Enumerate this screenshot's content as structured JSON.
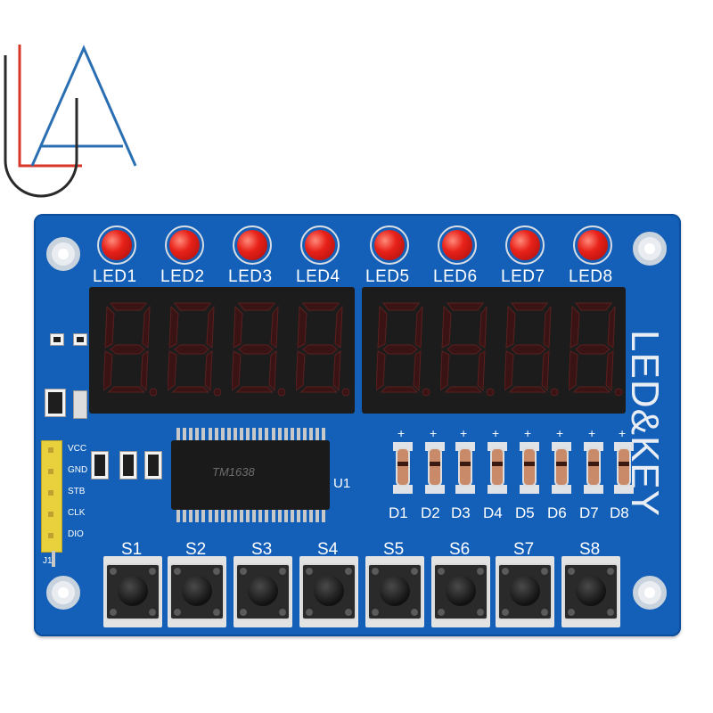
{
  "brand_logo": {
    "glyph": "LA monogram",
    "colors": [
      "#d9362a",
      "#2b6fb3",
      "#2a2a2a"
    ]
  },
  "board": {
    "title_silk": "LED&KEY",
    "board_color": "#1460b8",
    "leds": [
      "LED1",
      "LED2",
      "LED3",
      "LED4",
      "LED5",
      "LED6",
      "LED7",
      "LED8"
    ],
    "diodes": [
      "D1",
      "D2",
      "D3",
      "D4",
      "D5",
      "D6",
      "D7",
      "D8"
    ],
    "diode_polarity": "+",
    "switches": [
      "S1",
      "S2",
      "S3",
      "S4",
      "S5",
      "S6",
      "S7",
      "S8"
    ],
    "chip_label": "U1",
    "chip_marking": "TM1638",
    "header_pins": [
      "VCC",
      "GND",
      "STB",
      "CLK",
      "DIO"
    ],
    "header_label": "J1",
    "display_digits": 8
  }
}
